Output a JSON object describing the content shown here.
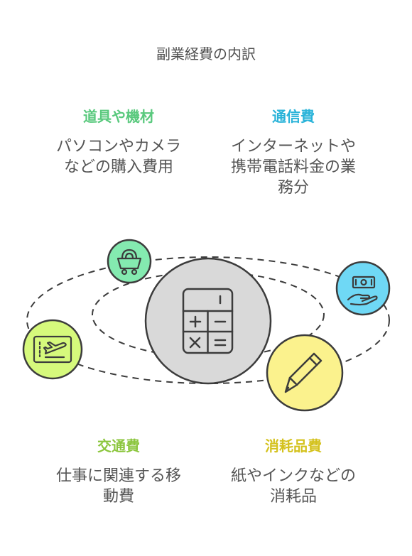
{
  "title": "副業経費の内訳",
  "colors": {
    "tools": "#59c97d",
    "communication": "#2ab3d9",
    "travel": "#8cc63e",
    "supplies": "#d4c21d",
    "tools_circle": "#84eab0",
    "communication_circle": "#6fd8f5",
    "travel_circle": "#d6f97c",
    "supplies_circle": "#fbf28d",
    "center_circle": "#d9d9d9",
    "outline": "#3c3c3c"
  },
  "categories": [
    {
      "key": "tools",
      "heading": "道具や機材",
      "description_lines": [
        "パソコンやカメラ",
        "などの購入費用"
      ],
      "icon": "mine-cart-icon"
    },
    {
      "key": "communication",
      "heading": "通信費",
      "description_lines": [
        "インターネットや",
        "携帯電話料金の業",
        "務分"
      ],
      "icon": "money-hand-icon"
    },
    {
      "key": "travel",
      "heading": "交通費",
      "description_lines": [
        "仕事に関連する移",
        "動費"
      ],
      "icon": "plane-ticket-icon"
    },
    {
      "key": "supplies",
      "heading": "消耗品費",
      "description_lines": [
        "紙やインクなどの",
        "消耗品"
      ],
      "icon": "pen-icon"
    }
  ],
  "center_icon": "calculator-icon"
}
